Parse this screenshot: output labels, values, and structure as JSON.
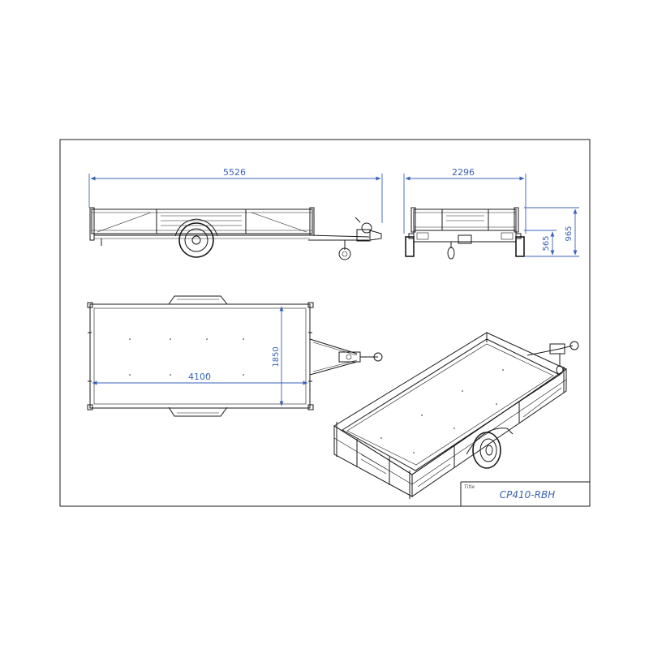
{
  "drawing": {
    "dimensions": {
      "overall_length": "5526",
      "overall_width": "2296",
      "bed_height": "565",
      "side_height": "965",
      "bed_length": "4100",
      "bed_width": "1850"
    },
    "title_block": {
      "label": "Title",
      "title": "CP410-RBH"
    },
    "colors": {
      "line": "#1a1a1a",
      "dimension": "#3a63b8"
    }
  }
}
